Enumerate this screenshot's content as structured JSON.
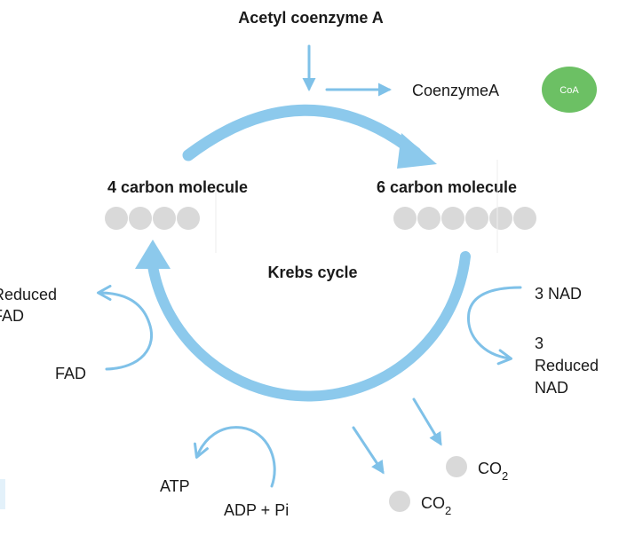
{
  "title": "Acetyl coenzyme A",
  "coenzyme_label": "CoenzymeA",
  "coa_badge": "CoA",
  "four_carbon_label": "4 carbon molecule",
  "six_carbon_label": "6 carbon molecule",
  "cycle_label": "Krebs cycle",
  "reduced_fad": [
    "Reduced",
    "FAD"
  ],
  "fad": "FAD",
  "nad": "3 NAD",
  "reduced_nad": [
    "3",
    "Reduced",
    "NAD"
  ],
  "atp": "ATP",
  "adp": "ADP + Pi",
  "co2_right": {
    "main": "CO",
    "sub": "2"
  },
  "co2_bottom": {
    "main": "CO",
    "sub": "2"
  },
  "four_carbon_count": 4,
  "six_carbon_count": 6,
  "colors": {
    "arrow": "#7fc1e8",
    "cycle": "#8cc9ec",
    "ball": "#d9d9d9",
    "coa_badge": "#6cc064",
    "coa_text": "#ffffff"
  }
}
